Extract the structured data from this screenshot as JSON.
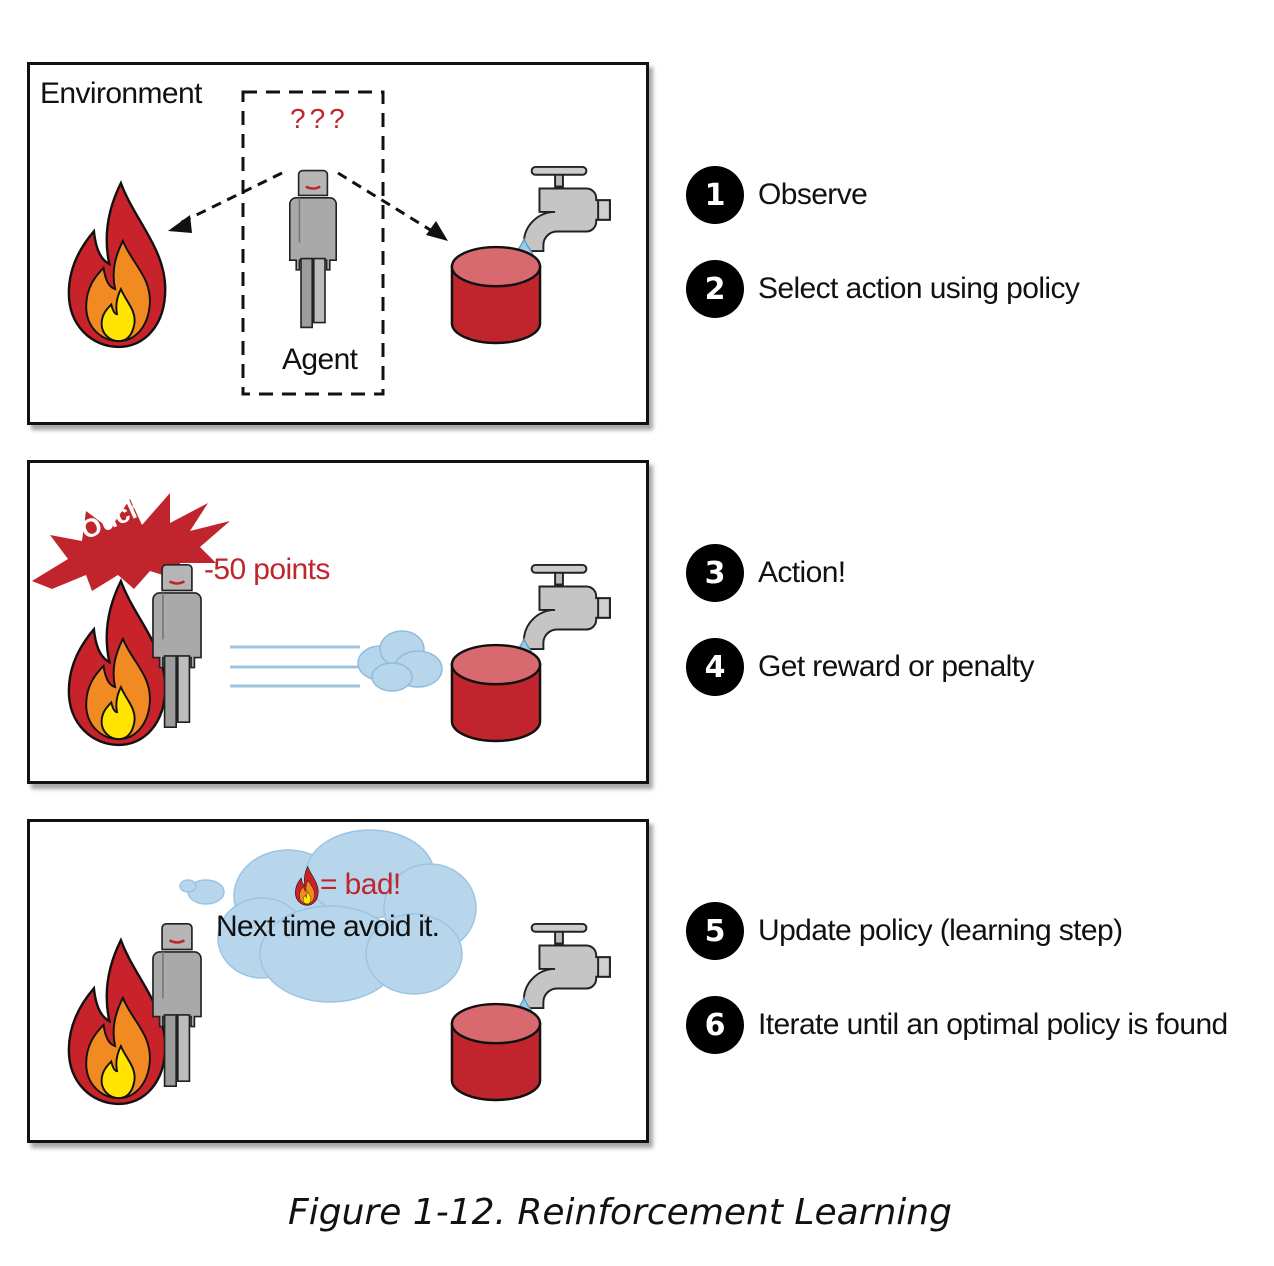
{
  "panel1": {
    "environment_label": "Environment",
    "question_marks": "???",
    "agent_label": "Agent"
  },
  "panel2": {
    "ouch_label": "Ouch!",
    "points_label": "-50 points"
  },
  "panel3": {
    "bad_label": "= bad!",
    "avoid_label": "Next time avoid it."
  },
  "steps": [
    {
      "number": "1",
      "label": "Observe"
    },
    {
      "number": "2",
      "label": "Select action using policy"
    },
    {
      "number": "3",
      "label": "Action!"
    },
    {
      "number": "4",
      "label": "Get reward or penalty"
    },
    {
      "number": "5",
      "label": "Update policy (learning step)"
    },
    {
      "number": "6",
      "label": "Iterate until an optimal policy is found"
    }
  ],
  "caption": "Figure 1-12. Reinforcement Learning",
  "colors": {
    "fire_outer": "#c8232b",
    "fire_mid": "#f18b21",
    "fire_inner": "#ffe500",
    "bucket": "#c0252d",
    "bucket_top": "#d86a6f",
    "agent_gray": "#aaaaaa",
    "cloud": "#b7d6ec",
    "accent_red": "#c0252d"
  }
}
